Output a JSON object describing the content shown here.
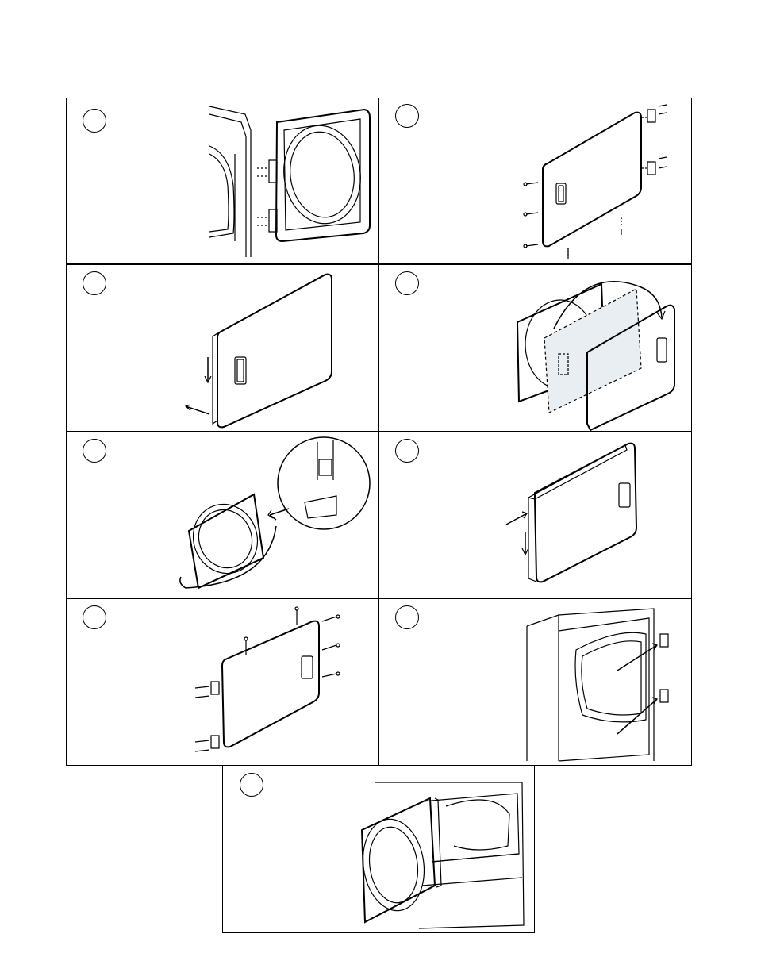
{
  "steps": [
    {
      "id": 1,
      "figure": "door-removal-from-dryer"
    },
    {
      "id": 2,
      "figure": "door-with-screws-and-hinges"
    },
    {
      "id": 3,
      "figure": "door-panel-separation"
    },
    {
      "id": 4,
      "figure": "inner-outer-panel-swap"
    },
    {
      "id": 5,
      "figure": "hinge-clip-detail"
    },
    {
      "id": 6,
      "figure": "door-panel-reassembly"
    },
    {
      "id": 7,
      "figure": "hinges-reattached"
    },
    {
      "id": 8,
      "figure": "hinge-plates-on-cabinet"
    },
    {
      "id": 9,
      "figure": "door-mounted-opposite-side"
    }
  ],
  "colors": {
    "line": "#000000",
    "shade": "#e8eef2",
    "background": "#ffffff"
  }
}
